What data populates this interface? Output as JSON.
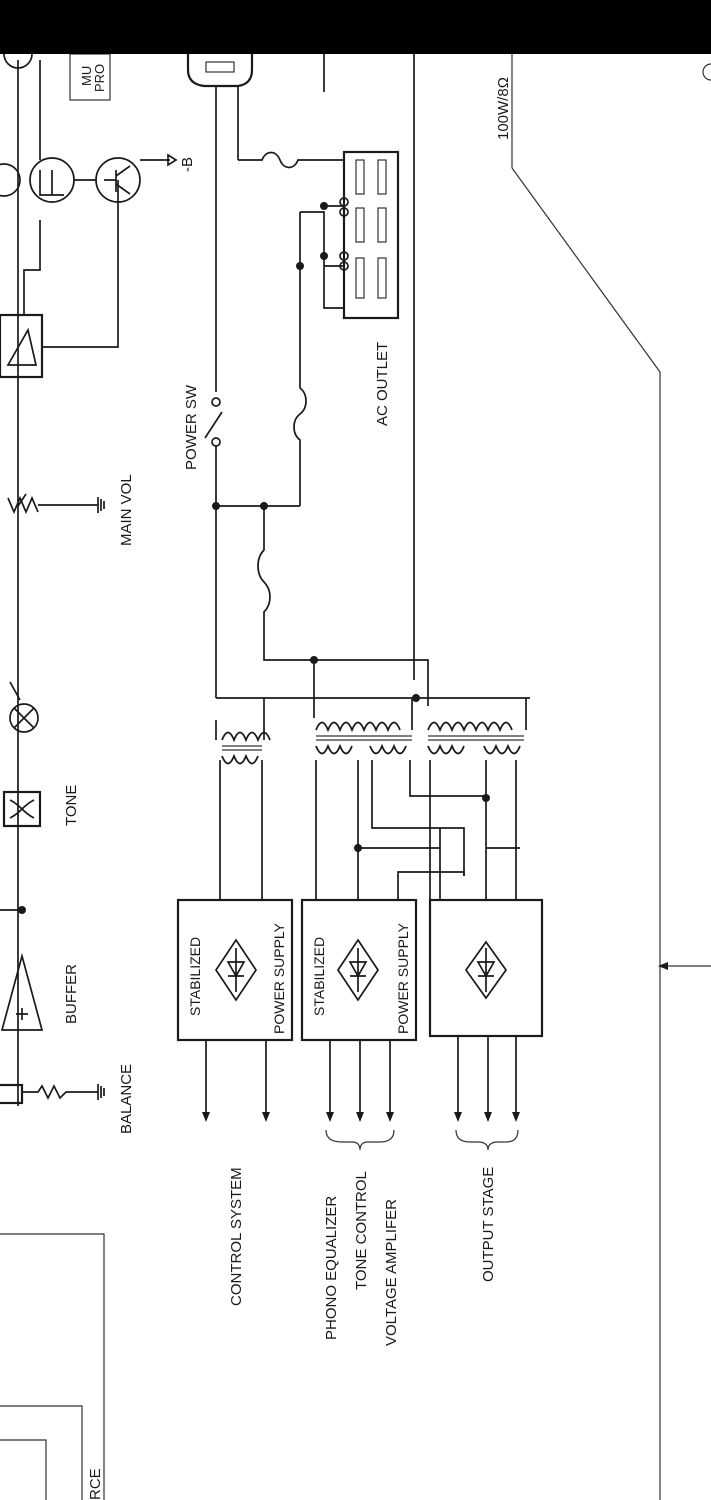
{
  "labels": {
    "power_sw": "POWER SW",
    "ac_outlet": "AC OUTLET",
    "main_vol": "MAIN VOL",
    "tone": "TONE",
    "buffer": "BUFFER",
    "balance": "BALANCE",
    "power_rating": "100W/8Ω",
    "minus_b": "-B",
    "muting_protect_1": "MU",
    "muting_protect_2": "PRO",
    "stabilized_1": "STABILIZED",
    "power_supply_1": "POWER SUPPLY",
    "stabilized_2": "STABILIZED",
    "power_supply_2": "POWER SUPPLY",
    "control_system": "CONTROL SYSTEM",
    "phono_equalizer": "PHONO EQUALIZER",
    "tone_control": "TONE CONTROL",
    "voltage_amplifier": "VOLTAGE AMPLIFER",
    "output_stage": "OUTPUT STAGE",
    "source_fragment": "RCE"
  },
  "colors": {
    "ink": "#1a1a1a",
    "paper": "#ffffff",
    "status_bar": "#000000"
  }
}
